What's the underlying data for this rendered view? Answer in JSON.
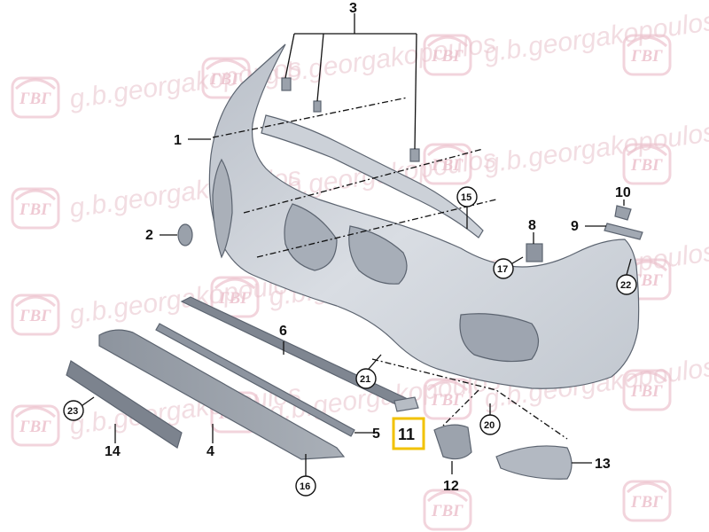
{
  "watermark": {
    "text": "g.b.georgakopoulos",
    "logo_text": "ΓΒΓ",
    "color": "#e9c2cc"
  },
  "highlight_color": "#f2c200",
  "labels": {
    "p1": "1",
    "p2": "2",
    "p3": "3",
    "p4": "4",
    "p5": "5",
    "p6": "6",
    "p8": "8",
    "p9": "9",
    "p10": "10",
    "p11": "11",
    "p12": "12",
    "p13": "13",
    "p14": "14",
    "p15": "15",
    "p16": "16",
    "p17": "17",
    "p20": "20",
    "p21": "21",
    "p22": "22",
    "p23": "23"
  }
}
